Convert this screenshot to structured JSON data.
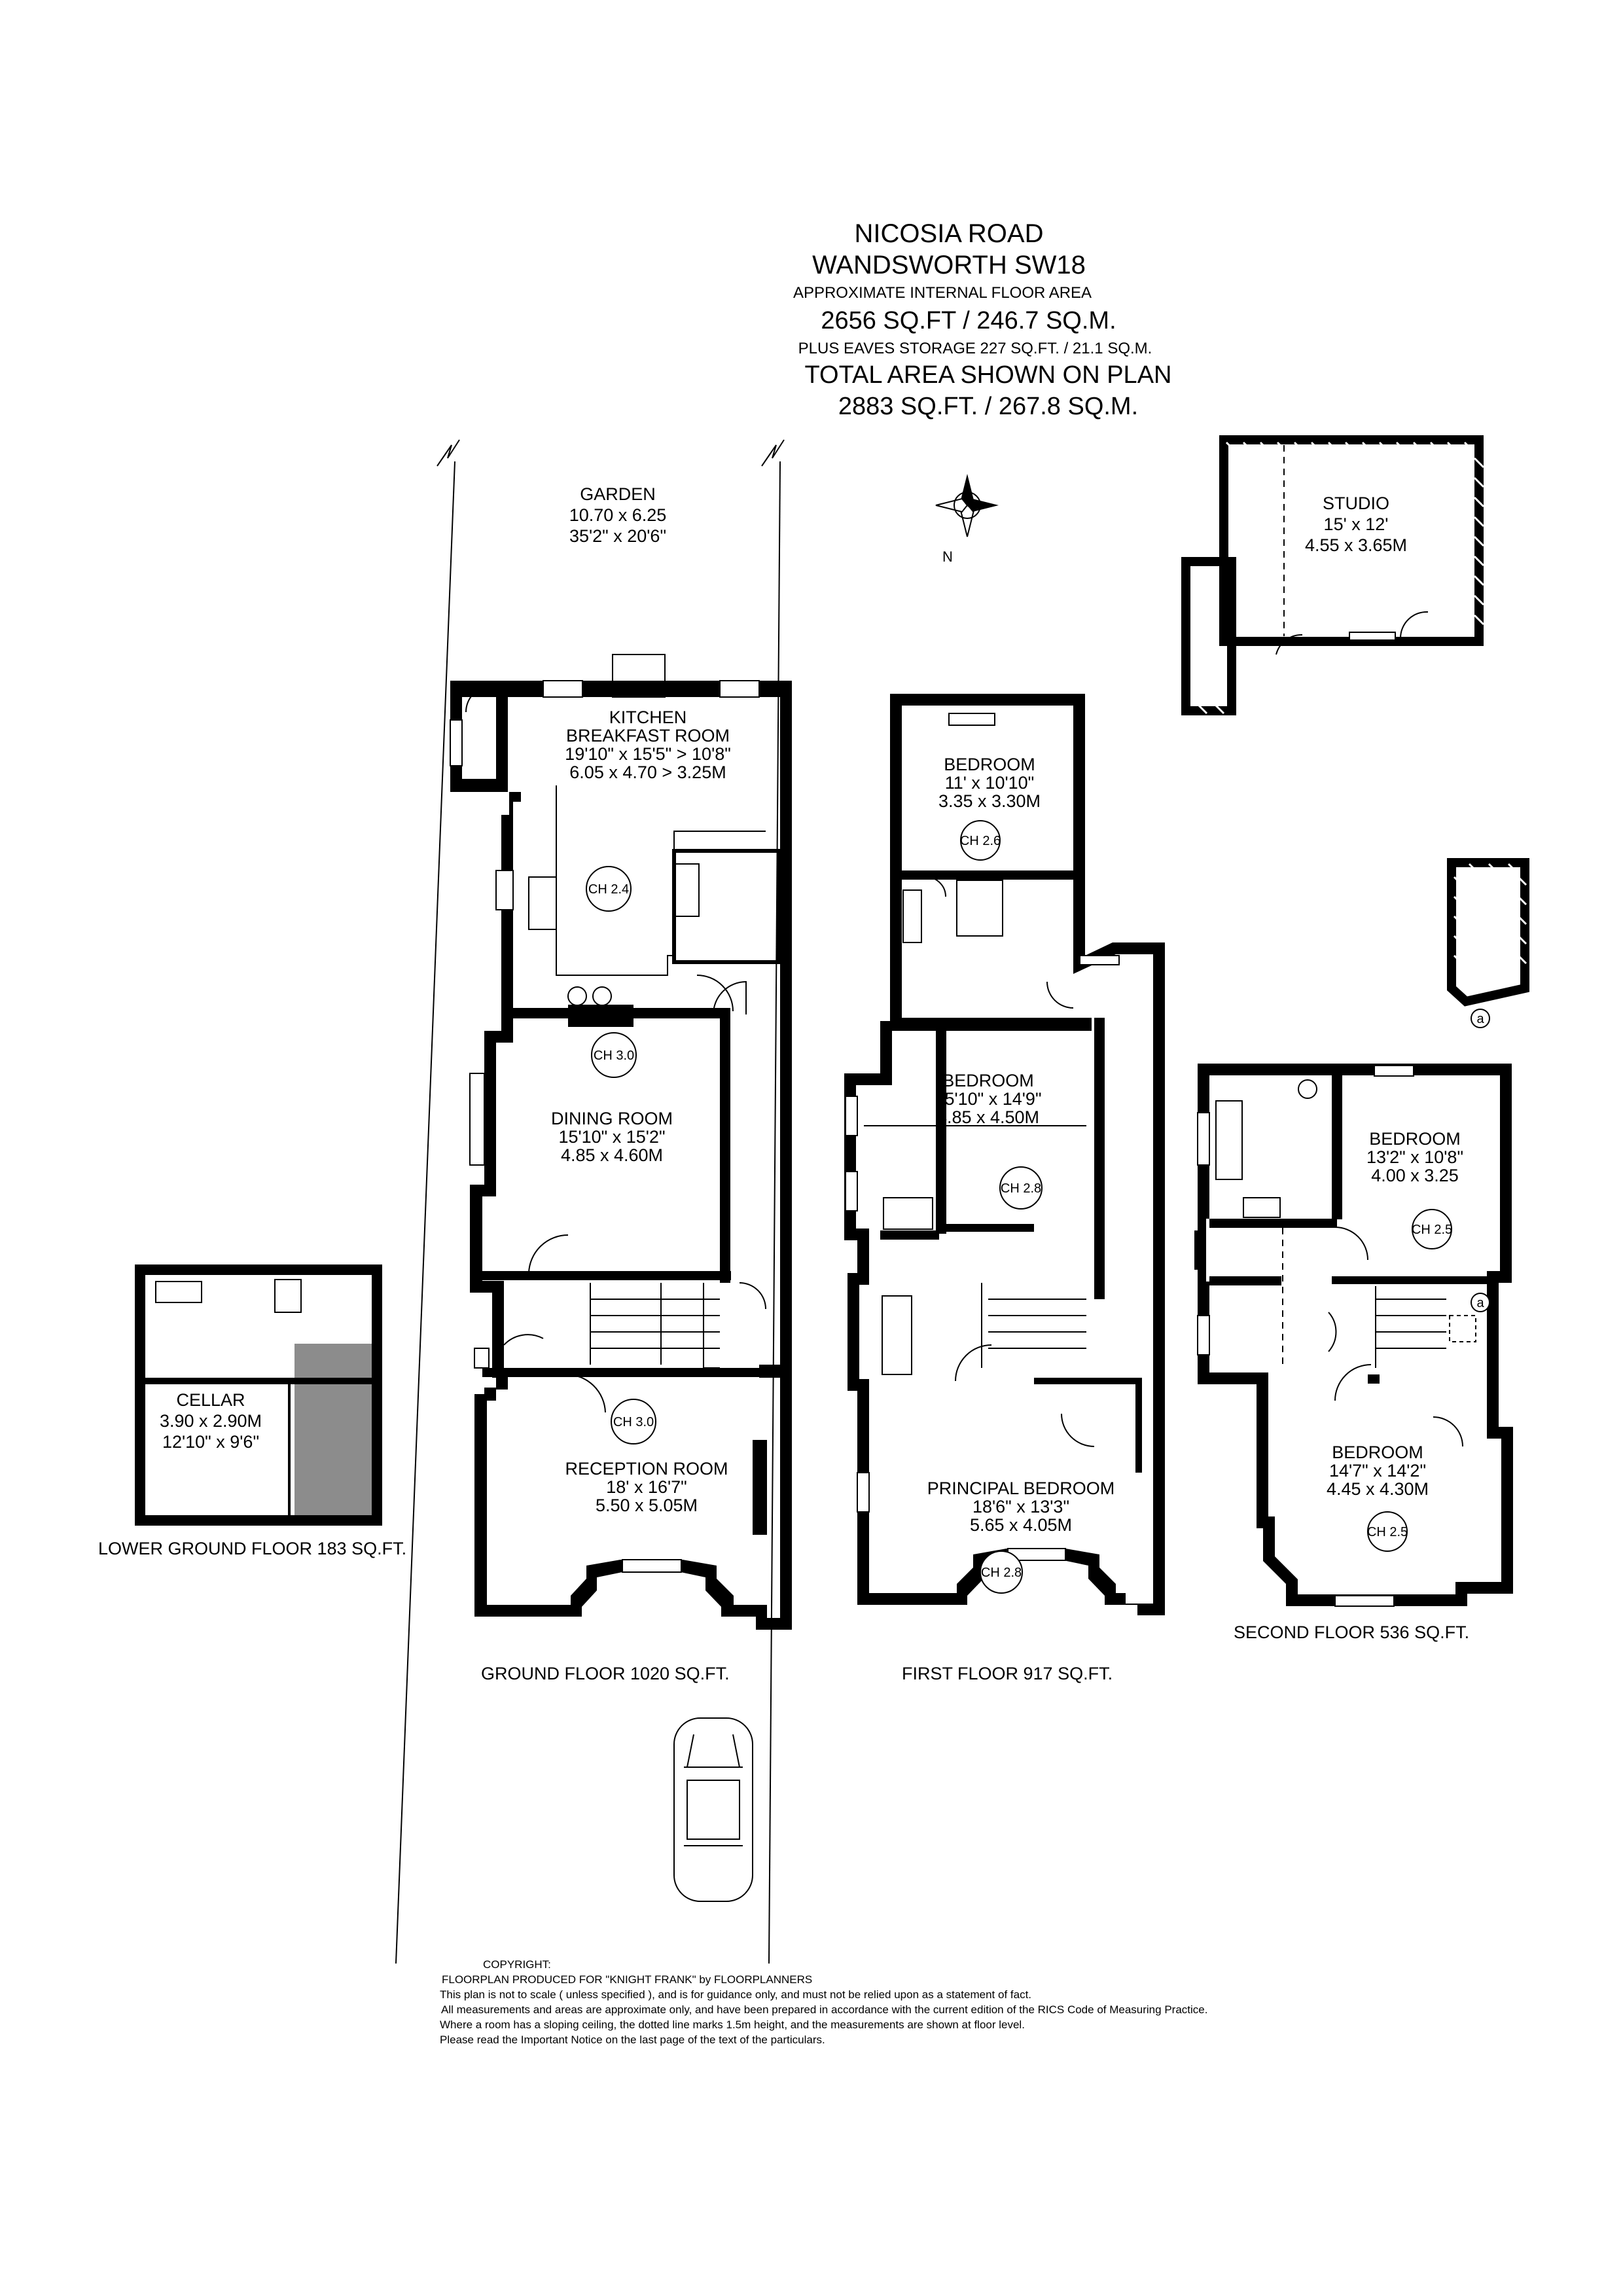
{
  "header": {
    "address_line1": "NICOSIA ROAD",
    "address_line2": "WANDSWORTH SW18",
    "area_caption": "APPROXIMATE INTERNAL FLOOR AREA",
    "area_main": "2656 SQ.FT / 246.7 SQ.M.",
    "eaves_line": "PLUS EAVES STORAGE 227 SQ.FT. / 21.1 SQ.M.",
    "total_caption": "TOTAL AREA SHOWN ON PLAN",
    "total_area": "2883 SQ.FT. / 267.8 SQ.M."
  },
  "compass": {
    "label": "N"
  },
  "garden": {
    "name": "GARDEN",
    "metric": "10.70 x 6.25",
    "imperial": "35'2\" x 20'6\""
  },
  "studio": {
    "name": "STUDIO",
    "imperial": "15' x 12'",
    "metric": "4.55 x 3.65M"
  },
  "lower_ground": {
    "label": "LOWER GROUND FLOOR 183 SQ.FT.",
    "cellar": {
      "name": "CELLAR",
      "metric": "3.90 x 2.90M",
      "imperial": "12'10\" x 9'6\""
    }
  },
  "ground_floor": {
    "label": "GROUND FLOOR 1020 SQ.FT.",
    "kitchen": {
      "name1": "KITCHEN",
      "name2": "BREAKFAST ROOM",
      "imperial": "19'10\" x 15'5\" > 10'8\"",
      "metric": "6.05 x 4.70 > 3.25M",
      "ch": "CH 2.4"
    },
    "dining": {
      "name": "DINING ROOM",
      "imperial": "15'10\" x 15'2\"",
      "metric": "4.85 x 4.60M",
      "ch": "CH 3.0"
    },
    "reception": {
      "name": "RECEPTION ROOM",
      "imperial": "18' x 16'7\"",
      "metric": "5.50 x 5.05M",
      "ch": "CH 3.0"
    }
  },
  "first_floor": {
    "label": "FIRST FLOOR 917 SQ.FT.",
    "bedroom_rear": {
      "name": "BEDROOM",
      "imperial": "11' x 10'10\"",
      "metric": "3.35 x 3.30M",
      "ch": "CH 2.6"
    },
    "bedroom_mid": {
      "name": "BEDROOM",
      "imperial": "15'10\" x 14'9\"",
      "metric": "4.85 x 4.50M",
      "ch": "CH 2.8"
    },
    "principal": {
      "name": "PRINCIPAL BEDROOM",
      "imperial": "18'6\" x 13'3\"",
      "metric": "5.65 x 4.05M",
      "ch": "CH 2.8"
    }
  },
  "second_floor": {
    "label": "SECOND FLOOR 536 SQ.FT.",
    "bedroom_rear": {
      "name": "BEDROOM",
      "imperial": "13'2\" x 10'8\"",
      "metric": "4.00 x 3.25",
      "ch": "CH 2.5"
    },
    "bedroom_front": {
      "name": "BEDROOM",
      "imperial": "14'7\" x 14'2\"",
      "metric": "4.45 x 4.30M",
      "ch": "CH 2.5"
    },
    "eaves_marker": "a"
  },
  "copyright": {
    "heading": "COPYRIGHT:",
    "line1": "FLOORPLAN PRODUCED FOR \"KNIGHT FRANK\" by FLOORPLANNERS",
    "line2": "This plan is not to scale  ( unless specified ), and is for guidance only, and must not be relied upon as a statement of fact.",
    "line3": "All measurements and areas are approximate only, and have been prepared in accordance with the current edition of the RICS Code of Measuring Practice.",
    "line4": "Where a room has a sloping ceiling, the dotted line marks 1.5m height, and the measurements are shown at floor level.",
    "line5": "Please read the Important Notice on the last page of the text of the particulars."
  }
}
